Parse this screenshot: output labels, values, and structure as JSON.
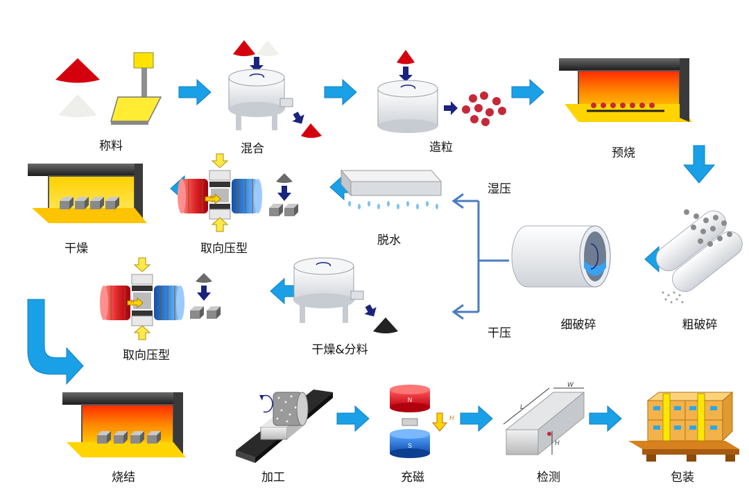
{
  "steps": {
    "weighing": "称料",
    "mixing": "混合",
    "granulating": "造粒",
    "presintering": "预烧",
    "coarse_crushing": "粗破碎",
    "fine_crushing": "细破碎",
    "wet_pressing": "湿压",
    "dry_pressing": "干压",
    "dewatering": "脱水",
    "oriented_pressing_wet": "取向压型",
    "drying": "干燥",
    "drying_and_sorting": "干燥&分料",
    "oriented_pressing_dry": "取向压型",
    "sintering": "烧结",
    "machining": "加工",
    "magnetizing": "充磁",
    "inspection": "检测",
    "packaging": "包装"
  },
  "annotations": {
    "pole_n": "N",
    "pole_s": "S",
    "field_h": "H",
    "dim_w": "W",
    "dim_l": "L",
    "dim_h": "H"
  },
  "colors": {
    "flow_arrow": "#1aa0e6",
    "branch_line": "#4a7cc0",
    "feed_arrow": "#1a237e",
    "pellet": "#c62838",
    "furnace_hot": "#ff6a00",
    "magnet_red": "#e8202a",
    "magnet_blue": "#1f6fd1"
  }
}
